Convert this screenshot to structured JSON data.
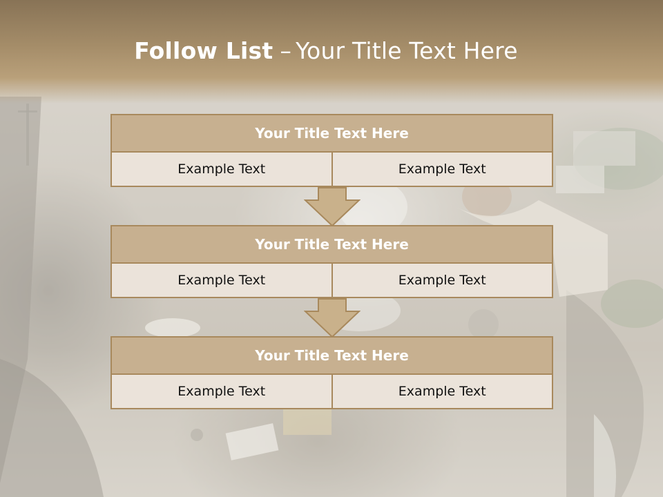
{
  "title": {
    "bold": "Follow List",
    "dash": "–",
    "rest": "Your Title Text Here"
  },
  "blocks": [
    {
      "title": "Your Title Text Here",
      "left": "Example Text",
      "right": "Example Text"
    },
    {
      "title": "Your Title Text Here",
      "left": "Example Text",
      "right": "Example Text"
    },
    {
      "title": "Your Title Text Here",
      "left": "Example Text",
      "right": "Example Text"
    }
  ],
  "colors": {
    "header_fill": "#c7b090",
    "border": "#a8895d",
    "cell_fill": "#ebe3da",
    "arrow_fill": "#c9b18b",
    "top_band": "#8f7a5b"
  },
  "background": {
    "image": "car-engine-photo"
  }
}
